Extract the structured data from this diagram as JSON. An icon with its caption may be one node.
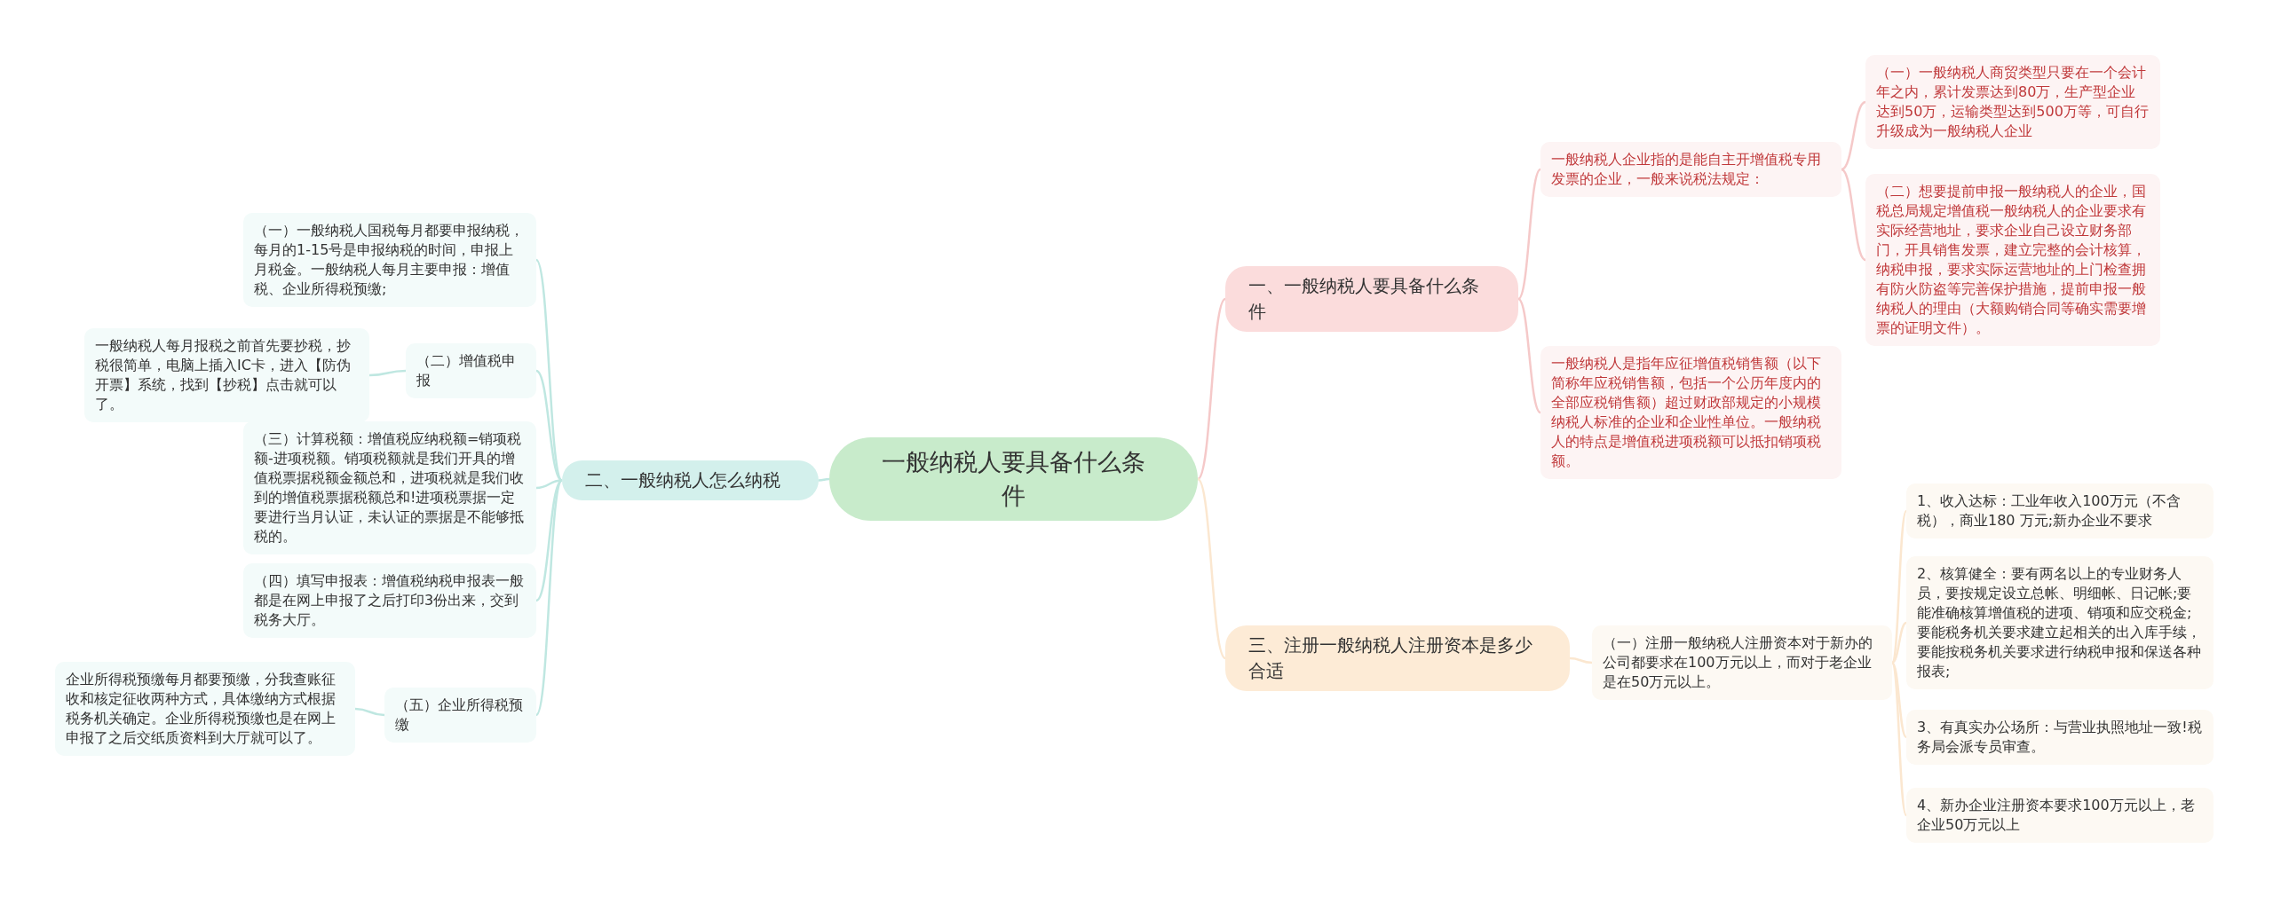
{
  "diagram": {
    "nodes": [
      {
        "text": [
          "一般纳税人要具备什么条件"
        ]
      },
      {
        "text": [
          "一、一般纳税人要具备什么条件"
        ]
      },
      {
        "text": [
          "一般纳税人企业指的是能自主开增值税专用发票的企业，一般来说税法规定："
        ]
      },
      {
        "text": [
          "（一）一般纳税人商贸类型只要在一个会计年之内，累计发票达到80万，生产型企业达到50万，运输类型达到500万等，可自行升级成为一般纳税人企业"
        ]
      },
      {
        "text": [
          "（二）想要提前申报一般纳税人的企业，国税总局规定增值税一般纳税人的企业要求有实际经营地址，要求企业自己设立财务部门，开具销售发票，建立完整的会计核算，纳税申报，要求实际运营地址的上门检查拥有防火防盗等完善保护措施，提前申报一般纳税人的理由（大额购销合同等确实需要增票的证明文件）。"
        ]
      },
      {
        "text": [
          "一般纳税人是指年应征增值税销售额（以下简称年应税销售额，包括一个公历年度内的全部应税销售额）超过财政部规定的小规模纳税人标准的企业和企业性单位。一般纳税人的特点是增值税进项税额可以抵扣销项税额。"
        ]
      },
      {
        "text": [
          "二、一般纳税人怎么纳税"
        ]
      },
      {
        "text": [
          "（一）一般纳税人国税每月都要申报纳税，每月的1-15号是申报纳税的时间，申报上月税金。一般纳税人每月主要申报：增值税、企业所得税预缴;"
        ]
      },
      {
        "text": [
          "（二）增值税申报"
        ]
      },
      {
        "text": [
          "一般纳税人每月报税之前首先要抄税，抄税很简单，电脑上插入IC卡，进入【防伪开票】系统，找到【抄税】点击就可以了。"
        ]
      },
      {
        "text": [
          "（三）计算税额：增值税应纳税额=销项税额-进项税额。销项税额就是我们开具的增值税票据税额金额总和，进项税就是我们收到的增值税票据税额总和!进项税票据一定要进行当月认证，未认证的票据是不能够抵税的。"
        ]
      },
      {
        "text": [
          "（四）填写申报表：增值税纳税申报表一般都是在网上申报了之后打印3份出来，交到税务大厅。"
        ]
      },
      {
        "text": [
          "（五）企业所得税预缴"
        ]
      },
      {
        "text": [
          "企业所得税预缴每月都要预缴，分我查账征收和核定征收两种方式，具体缴纳方式根据税务机关确定。企业所得税预缴也是在网上申报了之后交纸质资料到大厅就可以了。"
        ]
      },
      {
        "text": [
          "三、注册一般纳税人注册资本是多少合适"
        ]
      },
      {
        "text": [
          "（一）注册一般纳税人注册资本对于新办的公司都要求在100万元以上，而对于老企业是在50万元以上。"
        ]
      },
      {
        "text": [
          "1、收入达标：工业年收入100万元（不含税），商业180 万元;新办企业不要求"
        ]
      },
      {
        "text": [
          "2、核算健全：要有两名以上的专业财务人员，要按规定设立总帐、明细帐、日记帐;要能准确核算增值税的进项、销项和应交税金;要能税务机关要求建立起相关的出入库手续，要能按税务机关要求进行纳税申报和保送各种报表;"
        ]
      },
      {
        "text": [
          "3、有真实办公场所：与营业执照地址一致!税务局会派专员审查。"
        ]
      },
      {
        "text": [
          "4、新办企业注册资本要求100万元以上，老企业50万元以上"
        ]
      }
    ],
    "edges": [
      {
        "from": 0,
        "to": 1,
        "arrow": "none",
        "color": "#f5c9c9"
      },
      {
        "from": 1,
        "to": 2,
        "arrow": "none",
        "color": "#f5c9c9"
      },
      {
        "from": 2,
        "to": 3,
        "arrow": "none",
        "color": "#f5c9c9"
      },
      {
        "from": 2,
        "to": 4,
        "arrow": "none",
        "color": "#f5c9c9"
      },
      {
        "from": 1,
        "to": 5,
        "arrow": "none",
        "color": "#f5c9c9"
      },
      {
        "from": 0,
        "to": 6,
        "arrow": "none",
        "color": "#bfe7e1"
      },
      {
        "from": 6,
        "to": 7,
        "arrow": "none",
        "color": "#bfe7e1"
      },
      {
        "from": 6,
        "to": 8,
        "arrow": "none",
        "color": "#bfe7e1"
      },
      {
        "from": 8,
        "to": 9,
        "arrow": "none",
        "color": "#bfe7e1"
      },
      {
        "from": 6,
        "to": 10,
        "arrow": "none",
        "color": "#bfe7e1"
      },
      {
        "from": 6,
        "to": 11,
        "arrow": "none",
        "color": "#bfe7e1"
      },
      {
        "from": 6,
        "to": 12,
        "arrow": "none",
        "color": "#bfe7e1"
      },
      {
        "from": 12,
        "to": 13,
        "arrow": "none",
        "color": "#bfe7e1"
      },
      {
        "from": 0,
        "to": 14,
        "arrow": "none",
        "color": "#fbe7d0"
      },
      {
        "from": 14,
        "to": 15,
        "arrow": "none",
        "color": "#fbe7d0"
      },
      {
        "from": 15,
        "to": 16,
        "arrow": "none",
        "color": "#fbe7d0"
      },
      {
        "from": 15,
        "to": 17,
        "arrow": "none",
        "color": "#fbe7d0"
      },
      {
        "from": 15,
        "to": 18,
        "arrow": "none",
        "color": "#fbe7d0"
      },
      {
        "from": 15,
        "to": 19,
        "arrow": "none",
        "color": "#fbe7d0"
      }
    ]
  }
}
